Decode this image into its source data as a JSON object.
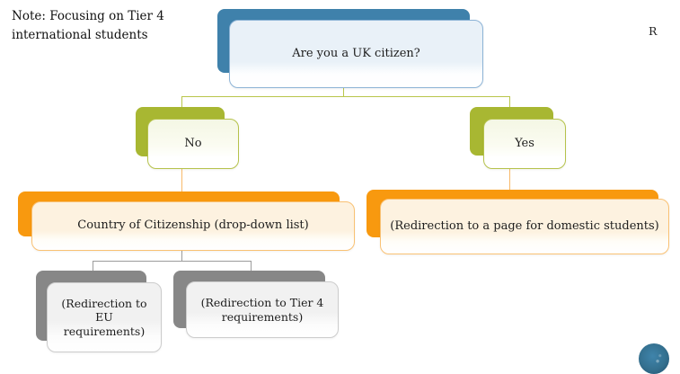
{
  "note": {
    "text": "Note: Focusing on Tier 4 international students"
  },
  "corner_mark": "R",
  "diagram": {
    "type": "decision-tree",
    "nodes": [
      {
        "id": "question",
        "label": "Are you a UK citizen?",
        "theme": "blue"
      },
      {
        "id": "no",
        "label": "No",
        "theme": "olive"
      },
      {
        "id": "yes",
        "label": "Yes",
        "theme": "olive"
      },
      {
        "id": "country-dropdown",
        "label": "Country of Citizenship (drop-down list)",
        "theme": "orange"
      },
      {
        "id": "domestic-redirect",
        "label": "(Redirection to a page for domestic students)",
        "theme": "orange"
      },
      {
        "id": "eu-redirect",
        "label": "(Redirection to EU requirements)",
        "theme": "gray"
      },
      {
        "id": "tier4-redirect",
        "label": "(Redirection to Tier 4 requirements)",
        "theme": "gray"
      }
    ],
    "edges": [
      {
        "from": "question",
        "to": "no"
      },
      {
        "from": "question",
        "to": "yes"
      },
      {
        "from": "no",
        "to": "country-dropdown"
      },
      {
        "from": "yes",
        "to": "domestic-redirect"
      },
      {
        "from": "country-dropdown",
        "to": "eu-redirect"
      },
      {
        "from": "country-dropdown",
        "to": "tier4-redirect"
      }
    ]
  },
  "colors": {
    "blue_back": "#3f81ab",
    "blue_front": "#e9f1f8",
    "blue_border": "#8cb3d6",
    "olive_back": "#a8b732",
    "olive_border": "#b5c24b",
    "orange_back": "#f8990f",
    "orange_front": "#fdf2e0",
    "orange_border": "#f9c173",
    "gray_back": "#878787",
    "gray_front": "#f1f1f1",
    "gray_border": "#cccccc",
    "connector_olive": "#b9c64b",
    "connector_orange": "#f8b96a",
    "connector_gray": "#9c9c9c",
    "logo_blue": "#336f92"
  },
  "logo": {
    "name": "circular-stamp"
  }
}
